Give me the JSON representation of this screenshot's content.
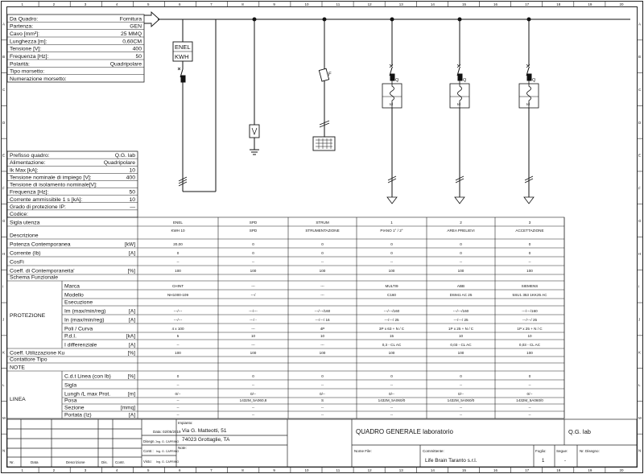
{
  "supply": {
    "rows": [
      {
        "label": "Da Quadro:",
        "value": "Fornitura"
      },
      {
        "label": "Partenza:",
        "value": "GEN"
      },
      {
        "label": "Cavo [mm²]:",
        "value": "25 MMQ"
      },
      {
        "label": "Lunghezza [m]:",
        "value": "0,60CM"
      },
      {
        "label": "Tensione [V]:",
        "value": "400"
      },
      {
        "label": "Frequenza [Hz]:",
        "value": "50"
      },
      {
        "label": "Polarità:",
        "value": "Quadripolare"
      },
      {
        "label": "Tipo morsetto:",
        "value": ""
      },
      {
        "label": "Numerazione morsetto:",
        "value": ""
      }
    ]
  },
  "panel": {
    "rows": [
      {
        "label": "Prefisso quadro:",
        "value": "Q.G. lab"
      },
      {
        "label": "Alimentazione:",
        "value": "Quadripolare"
      },
      {
        "label": "Ik Max [kA]:",
        "value": "10"
      },
      {
        "label": "Tensione nominale di impiego [V]:",
        "value": "400"
      },
      {
        "label": "Tensione di isolamento nominale[V]:",
        "value": ""
      },
      {
        "label": "Frequenza [Hz]:",
        "value": "50"
      },
      {
        "label": "Corrente ammissibile 1 s [kA]:",
        "value": "10"
      },
      {
        "label": "Grado di protezione IP:",
        "value": "—"
      },
      {
        "label": "Codice:",
        "value": ""
      }
    ]
  },
  "symbols": {
    "meter_label_1": "ENEL",
    "meter_label_2": "KWH",
    "fuse_letter": "F",
    "q_letter": "Q",
    "id_letter": "Id"
  },
  "columns": [
    {
      "sigla": "ENEL",
      "desc": "KWH 10",
      "potenza": "20,00",
      "corrente": "0",
      "cosfi": "--",
      "coeff": "100",
      "marca": "CHINT",
      "modello": "NH1000-109",
      "im": "---/---",
      "in": "---/---",
      "poli": "4 x 100",
      "pdi": "5",
      "idiff": "--",
      "ku": "100",
      "cdt": "0",
      "sigla_l": "--",
      "lungh": "0/--",
      "posa": "--",
      "sezione": "--",
      "portata": "--"
    },
    {
      "sigla": "SPD",
      "desc": "SPD",
      "potenza": "0",
      "corrente": "0",
      "cosfi": "--",
      "coeff": "100",
      "marca": "---",
      "modello": "---/",
      "im": "---/---",
      "in": "---/ -",
      "poli": "---",
      "pdi": "10",
      "idiff": "---",
      "ku": "100",
      "cdt": "0",
      "sigla_l": "--",
      "lungh": "0/--",
      "posa": "1432M_5A060,8",
      "sezione": "--",
      "portata": "--"
    },
    {
      "sigla": "STRUM",
      "desc": "STRUMENTAZIONE",
      "potenza": "0",
      "corrente": "0",
      "cosfi": "--",
      "coeff": "100",
      "marca": "---",
      "modello": "---",
      "im": "---/---/160",
      "in": "---/---/ 16",
      "poli": "4P",
      "pdi": "10",
      "idiff": "---",
      "ku": "100",
      "cdt": "0",
      "sigla_l": "--",
      "lungh": "0/--",
      "posa": "S",
      "sezione": "--",
      "portata": "--"
    },
    {
      "sigla": "1",
      "desc": "PIANO 1° / 2°",
      "potenza": "0",
      "corrente": "0",
      "cosfi": "--",
      "coeff": "100",
      "marca": "MULTI9",
      "modello": "C160",
      "im": "---/---/160",
      "in": "---/---/ 25",
      "poli": "3P x 63 + N / C",
      "pdi": "15",
      "idiff": "0,3 - CL AC",
      "ku": "100",
      "cdt": "0",
      "sigla_l": "--",
      "lungh": "0/--",
      "posa": "1432M_5A060/0",
      "sezione": "--",
      "portata": "--"
    },
    {
      "sigla": "2",
      "desc": "AREA PRELIEVI",
      "potenza": "0",
      "corrente": "0",
      "cosfi": "--",
      "coeff": "100",
      "marca": "ABB",
      "modello": "DS941 AC 25",
      "im": "---/---/160",
      "in": "---/---/ 25",
      "poli": "1P x 25 + N / C",
      "pdi": "10",
      "idiff": "0,03 - CL AC",
      "ku": "100",
      "cdt": "0",
      "sigla_l": "--",
      "lungh": "0/--",
      "posa": "1432M_5A060/0",
      "sezione": "--",
      "portata": "--"
    },
    {
      "sigla": "3",
      "desc": "ACCETTAZIONE",
      "potenza": "0",
      "corrente": "0",
      "cosfi": "--",
      "coeff": "100",
      "marca": "SIEMENS",
      "modello": "5SU1 353 1KK25 AC",
      "im": "---/---/160",
      "in": "---/---/ 25",
      "poli": "1P x 25 + N / C",
      "pdi": "10",
      "idiff": "0,03 - CL AC",
      "ku": "100",
      "cdt": "0",
      "sigla_l": "--",
      "lungh": "0/--",
      "posa": "1432M_5A060/0",
      "sezione": "--",
      "portata": "--"
    }
  ],
  "rowlabels": {
    "sigla": "Sigla utenza",
    "desc": "Descrizione",
    "potenza": "Potenza Contemporanea",
    "potenza_u": "[kW]",
    "corrente": "Corrente (Ib)",
    "corrente_u": "[A]",
    "cosfi": "CosFi",
    "coeff": "Coeff. di Contemporaneita'",
    "coeff_u": "[%]",
    "schema": "Schema Funzionale",
    "protezione": "PROTEZIONE",
    "marca": "Marca",
    "modello": "Modello",
    "esecuzione": "Esecuzione",
    "im": "Im (max/min/reg)",
    "im_u": "[A]",
    "in": "In (max/min/reg)",
    "in_u": "[A]",
    "poli": "Poli / Curva",
    "pdi": "P.d.I.",
    "pdi_u": "[kA]",
    "idiff": "I differenziale",
    "idiff_u": "[A]",
    "ku": "Coeff. Utilizzazione Ku",
    "ku_u": "[%]",
    "contattore": "Contattore Tipo",
    "note": "NOTE",
    "linea": "LINEA",
    "cdt": "C.d.t Linea (con Ib)",
    "cdt_u": "[%]",
    "sigla_l": "Sigla",
    "lungh": "Lungh /L max Prot.",
    "lungh_u": "[m]",
    "posa": "Posa",
    "sezione": "Sezione",
    "sezione_u": "[mmq]",
    "portata": "Portata (Iz)",
    "portata_u": "[A]"
  },
  "titleblock": {
    "data_label": "Data:",
    "data_value": "02/05/2019",
    "disegn_label": "Disegn.:",
    "disegn_value": "Ing. G. CAPRINO",
    "contr_label": "Contr.:",
    "contr_value": "Ing. G. CAPRINO",
    "visto_label": "Visto:",
    "visto_value": "Ing. G. CAPRINO",
    "impianto_label": "Impianto:",
    "impianto_line1": "Via G. Matteotti, 51",
    "impianto_line2": "74023 Grottaglie, TA",
    "note_label": "Note:",
    "title": "QUADRO GENERALE laboratorio",
    "code": "Q.G. lab",
    "nome_file_label": "Nome File:",
    "committente_label": "Committente:",
    "committente_value": "Life Brain Taranto s.r.l.",
    "foglio_label": "Foglio:",
    "foglio_value": "1",
    "segue_label": "Segue:",
    "segue_value": "-",
    "nr_disegno_label": "Nr. Disegno:",
    "rev_headers": [
      "Nr.",
      "Data",
      "Descrizione",
      "Dis.",
      "Contr."
    ]
  },
  "border": {
    "cols": [
      "1",
      "2",
      "3",
      "4",
      "5",
      "6",
      "7",
      "8",
      "9",
      "10",
      "11",
      "12",
      "13",
      "14",
      "15",
      "16",
      "17",
      "18",
      "19",
      "20"
    ],
    "rows": [
      "A",
      "B",
      "C",
      "D",
      "E",
      "F",
      "G",
      "H",
      "I",
      "J",
      "K",
      "L",
      "M",
      "N"
    ]
  }
}
